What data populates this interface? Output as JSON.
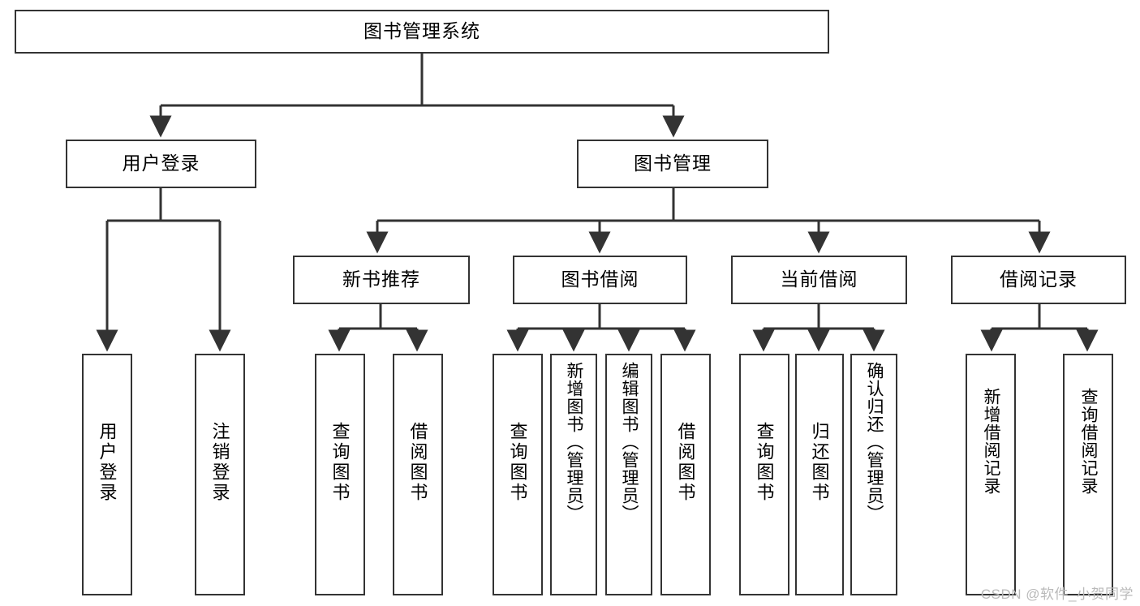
{
  "diagram": {
    "title": "图书管理系统",
    "type": "functional-hierarchy-tree",
    "orientation": "top-down",
    "colors": {
      "node_border": "#333333",
      "node_fill": "#ffffff",
      "edge": "#333333",
      "canvas": "#ffffff",
      "watermark": "#b9b9b9"
    },
    "levels": [
      {
        "level": 1,
        "nodes": [
          {
            "id": "root",
            "label": "图书管理系统",
            "orientation": "horizontal"
          }
        ]
      },
      {
        "level": 2,
        "nodes": [
          {
            "id": "login",
            "label": "用户登录",
            "orientation": "horizontal",
            "parent": "root"
          },
          {
            "id": "bookmgmt",
            "label": "图书管理",
            "orientation": "horizontal",
            "parent": "root"
          }
        ]
      },
      {
        "level": 3,
        "nodes": [
          {
            "id": "newbook",
            "label": "新书推荐",
            "orientation": "horizontal",
            "parent": "bookmgmt"
          },
          {
            "id": "borrow",
            "label": "图书借阅",
            "orientation": "horizontal",
            "parent": "bookmgmt"
          },
          {
            "id": "current",
            "label": "当前借阅",
            "orientation": "horizontal",
            "parent": "bookmgmt"
          },
          {
            "id": "records",
            "label": "借阅记录",
            "orientation": "horizontal",
            "parent": "bookmgmt"
          }
        ]
      },
      {
        "level": 4,
        "nodes": [
          {
            "id": "leaf1",
            "label": "用户登录",
            "orientation": "vertical",
            "parent": "login"
          },
          {
            "id": "leaf2",
            "label": "注销登录",
            "orientation": "vertical",
            "parent": "login"
          },
          {
            "id": "leaf3",
            "label": "查询图书",
            "orientation": "vertical",
            "parent": "newbook"
          },
          {
            "id": "leaf4",
            "label": "借阅图书",
            "orientation": "vertical",
            "parent": "newbook"
          },
          {
            "id": "leaf5",
            "label": "查询图书",
            "orientation": "vertical",
            "parent": "borrow"
          },
          {
            "id": "leaf6",
            "label": "新增图书（管理员）",
            "orientation": "vertical",
            "parent": "borrow"
          },
          {
            "id": "leaf7",
            "label": "编辑图书（管理员）",
            "orientation": "vertical",
            "parent": "borrow"
          },
          {
            "id": "leaf8",
            "label": "借阅图书",
            "orientation": "vertical",
            "parent": "borrow"
          },
          {
            "id": "leaf9",
            "label": "查询图书",
            "orientation": "vertical",
            "parent": "current"
          },
          {
            "id": "leaf10",
            "label": "归还图书",
            "orientation": "vertical",
            "parent": "current"
          },
          {
            "id": "leaf11",
            "label": "确认归还（管理员）",
            "orientation": "vertical",
            "parent": "current"
          },
          {
            "id": "leaf12",
            "label": "新增借阅记录",
            "orientation": "vertical",
            "parent": "records"
          },
          {
            "id": "leaf13",
            "label": "查询借阅记录",
            "orientation": "vertical",
            "parent": "records"
          }
        ]
      }
    ]
  },
  "watermark": {
    "text": "CSDN @软件_小贺同学"
  }
}
